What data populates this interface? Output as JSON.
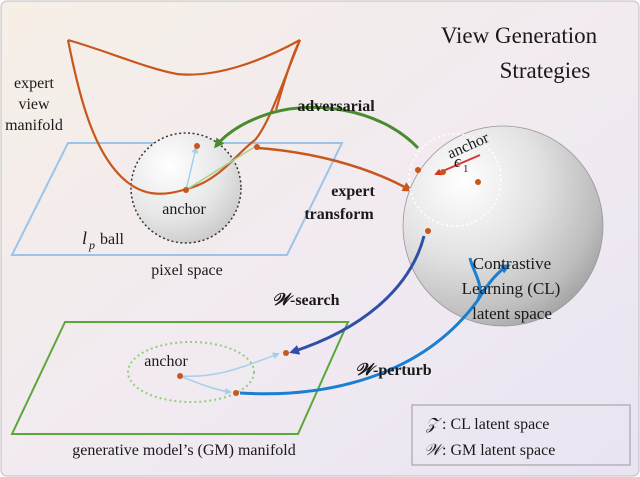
{
  "title": {
    "line1": "View Generation",
    "line2": "Strategies"
  },
  "labels": {
    "expert_view_manifold": [
      "expert",
      "view",
      "manifold"
    ],
    "adversarial": "adversarial",
    "expert_transform": [
      "expert",
      "transform"
    ],
    "anchor_pixel": "anchor",
    "lp_ball_l": "l",
    "lp_ball_p": "p",
    "lp_ball_rest": "ball",
    "pixel_space": "pixel space",
    "anchor_latent": "anchor",
    "epsilon": "ϵ",
    "epsilon_sub": "1",
    "cl_space": [
      "Contrastive",
      "Learning (CL)",
      "latent space"
    ],
    "w_search_sym": "𝒲",
    "w_search": "-search",
    "w_perturb_sym": "𝒲",
    "w_perturb": "-perturb",
    "anchor_gm": "anchor",
    "gm_manifold": "generative model’s (GM) manifold"
  },
  "legend": {
    "z_sym": "𝒵",
    "z_text": ": CL latent space",
    "w_sym": "𝒲",
    "w_text": ": GM latent space"
  },
  "colors": {
    "orange": "#c8561d",
    "green": "#4a8c2c",
    "blue_dark": "#2f4fa8",
    "blue_light": "#1a7fd0",
    "plane_blue": "#9cc4ea",
    "plane_green": "#5aa83a"
  }
}
